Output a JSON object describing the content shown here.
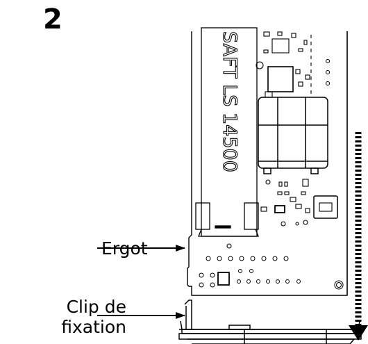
{
  "step": {
    "number": "2"
  },
  "callouts": {
    "ergot": "Ergot",
    "clip_line1": "Clip de",
    "clip_line2": "fixation"
  },
  "battery": {
    "label": "SAFT LS 14500"
  }
}
